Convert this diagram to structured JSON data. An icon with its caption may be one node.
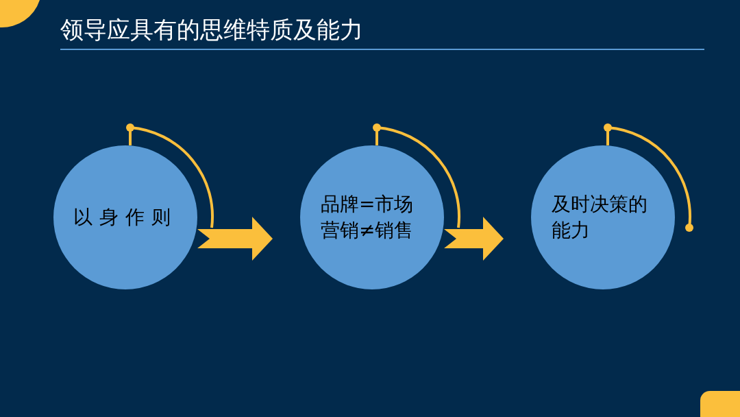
{
  "diagram": {
    "title": "领导应具有的思维特质及能力",
    "nodes": [
      {
        "text": [
          "以身作则"
        ]
      },
      {
        "text": [
          "品牌=市场营销≠销售"
        ]
      },
      {
        "text": [
          "及时决策的能力"
        ]
      }
    ],
    "edges": [
      {
        "from": 0,
        "to": 1,
        "arrow": "to"
      },
      {
        "from": 1,
        "to": 2,
        "arrow": "to"
      }
    ]
  }
}
